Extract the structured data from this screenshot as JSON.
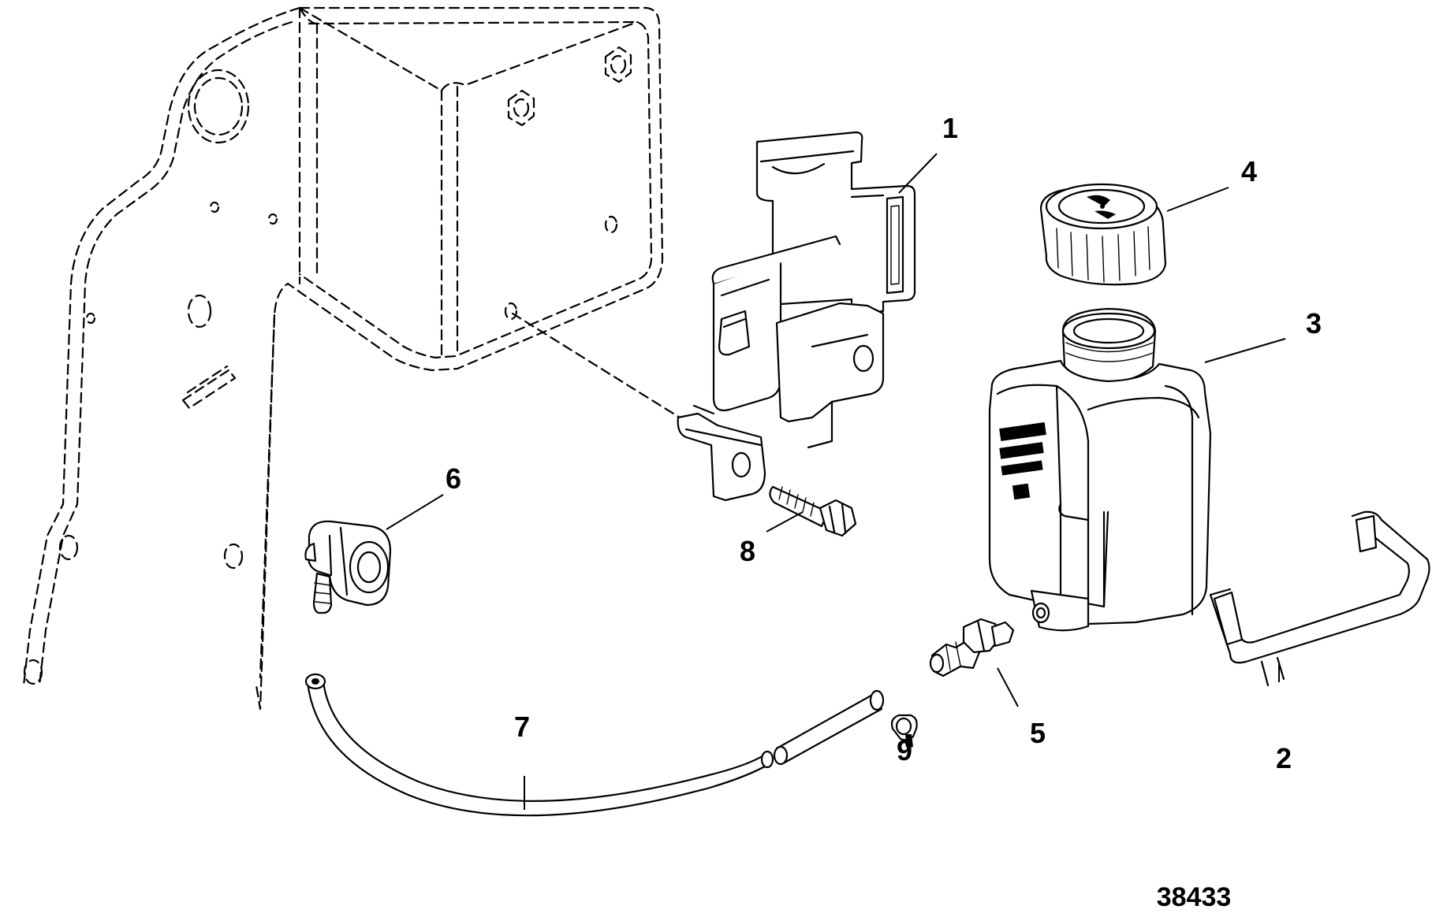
{
  "diagram": {
    "figure_number": "38433",
    "callouts": [
      {
        "id": "1",
        "label": "1"
      },
      {
        "id": "2",
        "label": "2"
      },
      {
        "id": "3",
        "label": "3"
      },
      {
        "id": "4",
        "label": "4"
      },
      {
        "id": "5",
        "label": "5"
      },
      {
        "id": "6",
        "label": "6"
      },
      {
        "id": "7",
        "label": "7"
      },
      {
        "id": "8",
        "label": "8"
      },
      {
        "id": "9",
        "label": "9"
      }
    ]
  }
}
